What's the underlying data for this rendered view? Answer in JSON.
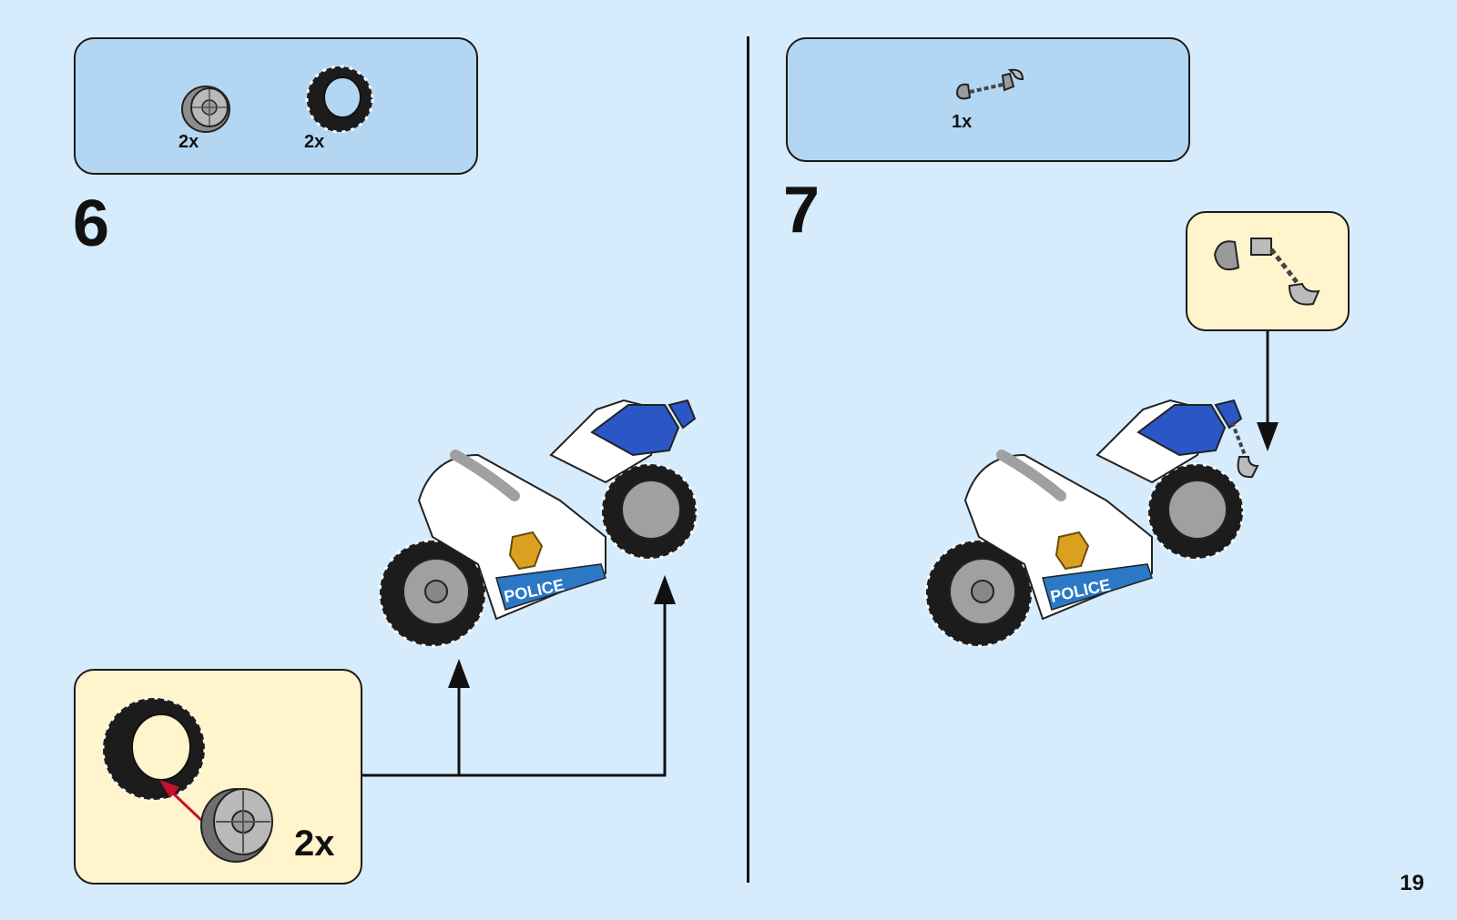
{
  "step6": {
    "number": "6",
    "parts": [
      {
        "qty": "2x",
        "icon": "rim-icon"
      },
      {
        "qty": "2x",
        "icon": "tire-icon"
      }
    ],
    "subassembly_qty": "2x"
  },
  "step7": {
    "number": "7",
    "parts": [
      {
        "qty": "1x",
        "icon": "handcuffs-icon"
      }
    ]
  },
  "page_number": "19",
  "colors": {
    "background": "#d6ebfb",
    "parts_box": "#b3d6f3",
    "sub_box": "#fff4cc",
    "police_blue": "#2a56c6",
    "arrow_red": "#c8102e"
  }
}
